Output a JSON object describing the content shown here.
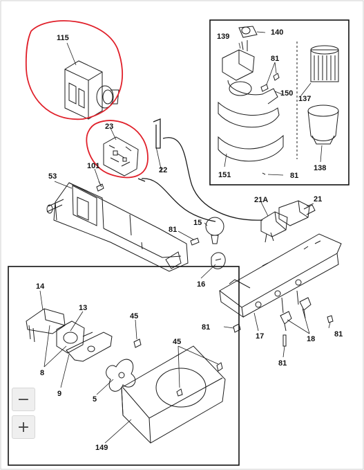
{
  "diagram": {
    "labels": {
      "p115": "115",
      "p23": "23",
      "p101": "101",
      "p53": "53",
      "p22": "22",
      "p81a": "81",
      "p15": "15",
      "p16": "16",
      "p21A": "21A",
      "p21": "21",
      "p17": "17",
      "p18": "18",
      "p81b": "81",
      "p81c": "81",
      "p81d": "81",
      "p139": "139",
      "p140": "140",
      "p81e": "81",
      "p150": "150",
      "p137": "137",
      "p151": "151",
      "p81f": "81",
      "p138": "138",
      "p14": "14",
      "p13": "13",
      "p45a": "45",
      "p45b": "45",
      "p8": "8",
      "p9": "9",
      "p5": "5",
      "p149": "149"
    }
  },
  "controls": {
    "zoom_out": "−",
    "zoom_in": "+"
  },
  "colors": {
    "highlight": "#e0202a",
    "line": "#1a1a1a",
    "frame": "#cfcfcf"
  }
}
